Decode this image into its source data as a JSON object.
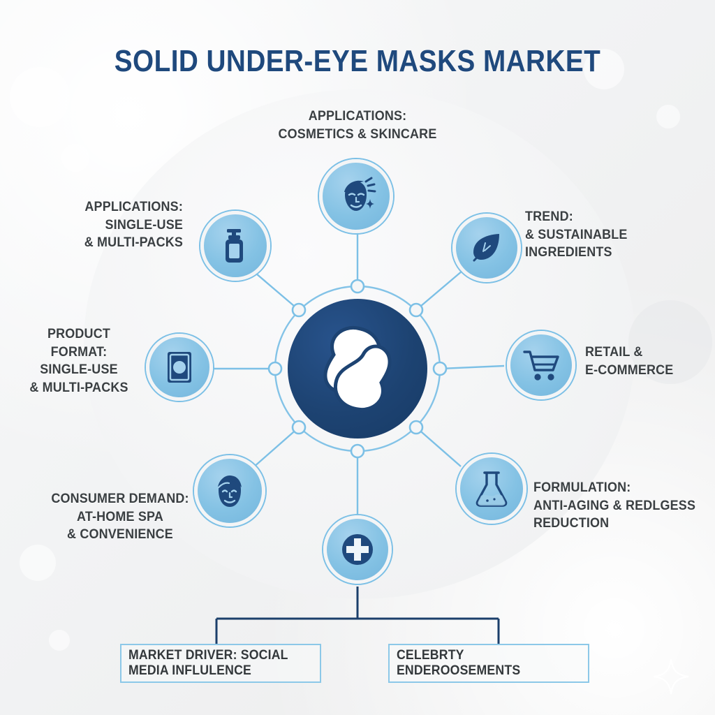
{
  "title": "SOLID UNDER-EYE MASKS MARKET",
  "colors": {
    "hub_navy": "#1d4372",
    "node_blue": "#84c2e4",
    "icon_navy": "#1f497d",
    "line_blue": "#7cc0e6",
    "bracket_navy": "#1b3f6b",
    "label_gray": "#3a3f42",
    "background": "#f2f3f4"
  },
  "hub": {
    "name": "solid-under-eye-masks",
    "icon": "eye-patch-pair-icon"
  },
  "nodes": [
    {
      "id": "applications-cosmetics",
      "icon": "glowing-face-icon",
      "label": "APPLICATIONS:\nCOSMETICS & SKINCARE",
      "align": "center"
    },
    {
      "id": "applications-packs",
      "icon": "pump-bottle-icon",
      "label": "APPLICATIONS:\nSINGLE-USE\n& MULTI-PACKS",
      "align": "left"
    },
    {
      "id": "trend-sustainable",
      "icon": "leaf-icon",
      "label": "TREND:\n& SUSTAINABLE\nINGREDIENTS",
      "align": "left"
    },
    {
      "id": "product-format",
      "icon": "sachet-package-icon",
      "label": "PRODUCT FORMAT:\nSINGLE-USE\n& MULTI-PACKS",
      "align": "center"
    },
    {
      "id": "retail-ecommerce",
      "icon": "shopping-cart-icon",
      "label": "RETAIL &\nE-COMMERCE",
      "align": "left"
    },
    {
      "id": "consumer-demand",
      "icon": "smiling-face-icon",
      "label": "CONSUMER DEMAND:\nAT-HOME SPA\n& CONVENIENCE",
      "align": "center"
    },
    {
      "id": "formulation",
      "icon": "flask-icon",
      "label": "FORMULATION:\nANTI-AGING & REDLGESS\nREDUCTION",
      "align": "left"
    },
    {
      "id": "health-benefit",
      "icon": "medical-cross-icon",
      "label": "",
      "align": "center"
    }
  ],
  "outcomes": [
    {
      "id": "market-driver",
      "text": "MARKET DRIVER: SOCIAL MEDIA INFLULENCE"
    },
    {
      "id": "celebrity-endorsements",
      "text": "CELEBRTY ENDEROOSEMENTS"
    }
  ]
}
